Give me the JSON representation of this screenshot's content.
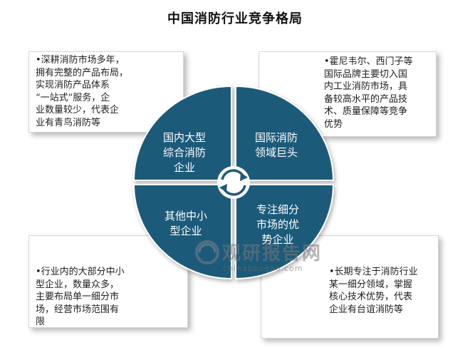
{
  "title": "中国消防行业竞争格局",
  "quadrants": {
    "top_left": {
      "label": "国内大型\n综合消防\n企业",
      "description": "•深耕消防市场多年，\n拥有完整的产品布局，\n实现消防产品体系\n“一站式”服务，企\n业数量较少，代表企\n业有青鸟消防等"
    },
    "top_right": {
      "label": "国际消防\n领域巨头",
      "description": "•霍尼韦尔、西门子等\n国际品牌主要切入国\n内工业消防市场，具\n备较高水平的产品技\n术、质量保障等竞争\n优势"
    },
    "bottom_left": {
      "label": "其他中小\n型企业",
      "description": "•行业内的大部分中小\n型企业，数量众多，\n主要布局单一细分市\n场，经营市场范围有\n限"
    },
    "bottom_right": {
      "label": "专注细分\n市场的优\n势企业",
      "description": "•长期专注于消防行业\n某一细分领域，掌握\n核心技术优势，代表\n企业有台谊消防等"
    }
  },
  "watermark": {
    "name": "观研报告网",
    "domain": "chinabaogao.com"
  },
  "colors": {
    "quadrant_fill": "#1f5a7a",
    "quadrant_stroke": "#ffffff",
    "center_arrows": "#1f5a7a"
  }
}
